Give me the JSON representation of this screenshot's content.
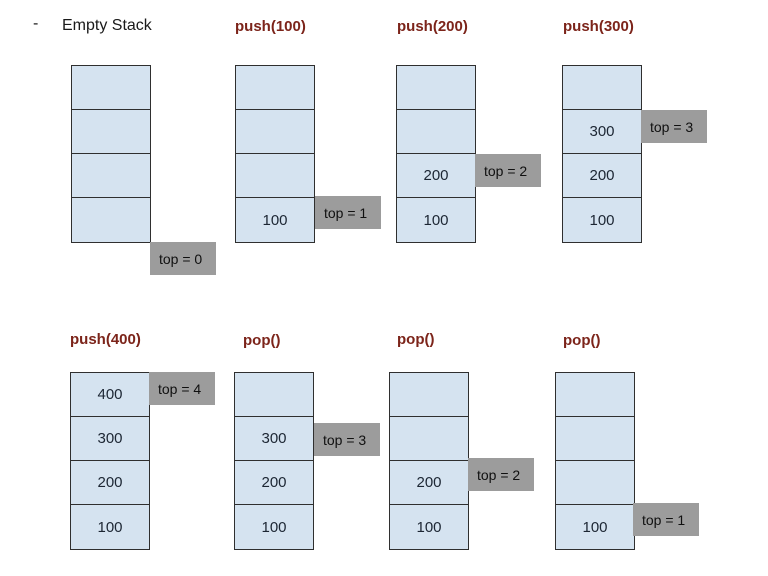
{
  "bullet": "-",
  "colors": {
    "page_bg": "#ffffff",
    "cell_fill": "#d5e3f0",
    "cell_border": "#2f2f2f",
    "cell_text": "#1c2633",
    "pointer_bg": "#9c9c9c",
    "pointer_text": "#101010",
    "operation_title": "#7c241a",
    "plain_title": "#1a1a1a"
  },
  "stacks": [
    {
      "id": "empty-stack",
      "title": "Empty Stack",
      "title_style": "plain",
      "cells": [
        "",
        "",
        "",
        ""
      ],
      "pointer": "top = 0"
    },
    {
      "id": "push-100",
      "title": "push(100)",
      "title_style": "operation",
      "cells": [
        "",
        "",
        "",
        "100"
      ],
      "pointer": "top = 1"
    },
    {
      "id": "push-200",
      "title": "push(200)",
      "title_style": "operation",
      "cells": [
        "",
        "",
        "200",
        "100"
      ],
      "pointer": "top = 2"
    },
    {
      "id": "push-300",
      "title": "push(300)",
      "title_style": "operation",
      "cells": [
        "",
        "300",
        "200",
        "100"
      ],
      "pointer": "top = 3"
    },
    {
      "id": "push-400",
      "title": "push(400)",
      "title_style": "operation",
      "cells": [
        "400",
        "300",
        "200",
        "100"
      ],
      "pointer": "top = 4"
    },
    {
      "id": "pop-first",
      "title": "pop()",
      "title_style": "operation",
      "cells": [
        "",
        "300",
        "200",
        "100"
      ],
      "pointer": "top = 3"
    },
    {
      "id": "pop-second",
      "title": "pop()",
      "title_style": "operation",
      "cells": [
        "",
        "",
        "200",
        "100"
      ],
      "pointer": "top = 2"
    },
    {
      "id": "pop-third",
      "title": "pop()",
      "title_style": "operation",
      "cells": [
        "",
        "",
        "",
        "100"
      ],
      "pointer": "top = 1"
    }
  ]
}
